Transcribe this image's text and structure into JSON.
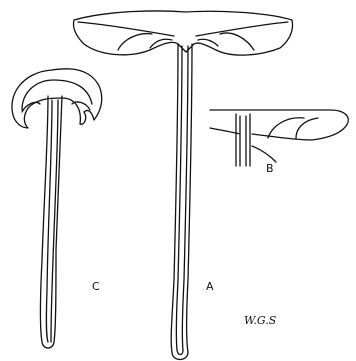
{
  "figure": {
    "labels": {
      "a": "A",
      "b": "B",
      "c": "C"
    },
    "signature": "W.G.S"
  },
  "colors": {
    "ink": "#111111",
    "paper": "#ffffff"
  }
}
